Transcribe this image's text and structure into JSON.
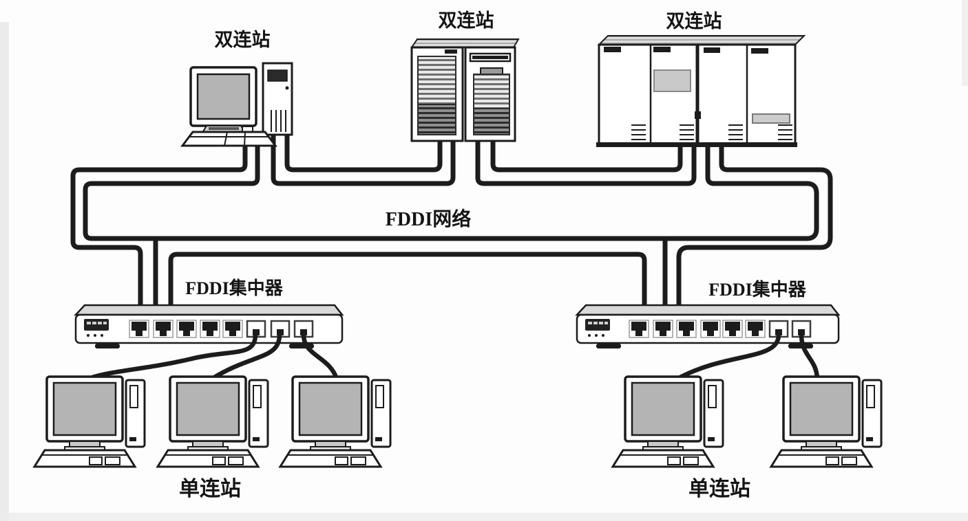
{
  "diagram": {
    "kind": "FDDI dual-ring network topology",
    "background_color": "#fdfdfd",
    "line_color": "#1c1c1c",
    "screen_color": "#b4b4b4"
  },
  "labels": {
    "dual_station_1": "双连站",
    "dual_station_2": "双连站",
    "dual_station_3": "双连站",
    "network": "FDDI网络",
    "concentrator_left": "FDDI集中器",
    "concentrator_right": "FDDI集中器",
    "single_station_left": "单连站",
    "single_station_right": "单连站"
  },
  "ring": {
    "type": "dual-ring",
    "label": "FDDI网络",
    "rails": 2
  },
  "stations": {
    "dual_attached": [
      {
        "label": "双连站",
        "device": "desktop-workstation-with-tower",
        "trunk_cables": 4
      },
      {
        "label": "双连站",
        "device": "two-tower-servers",
        "trunk_cables": 4
      },
      {
        "label": "双连站",
        "device": "four-mainframe-cabinets",
        "trunk_cables": 4
      }
    ],
    "single_attached": [
      {
        "label": "单连站",
        "computers": 3
      },
      {
        "label": "单连站",
        "computers": 2
      }
    ]
  },
  "concentrators": [
    {
      "label": "FDDI集中器",
      "trunk_taps": 3,
      "dark_ports": 5,
      "open_ports": 3,
      "drop_cables": 3
    },
    {
      "label": "FDDI集中器",
      "trunk_taps": 3,
      "dark_ports": 6,
      "open_ports": 2,
      "drop_cables": 2
    }
  ]
}
